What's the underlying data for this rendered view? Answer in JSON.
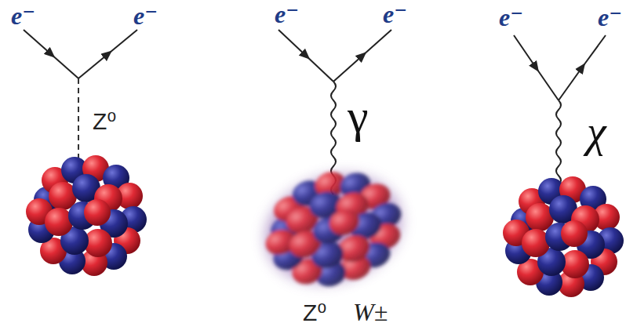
{
  "diagram": {
    "labels": [
      "e⁻",
      "e⁻",
      "Z⁰",
      "e⁻",
      "e⁻",
      "γ",
      "Z⁰",
      "W±",
      "e⁻",
      "e⁻",
      "χ"
    ]
  }
}
